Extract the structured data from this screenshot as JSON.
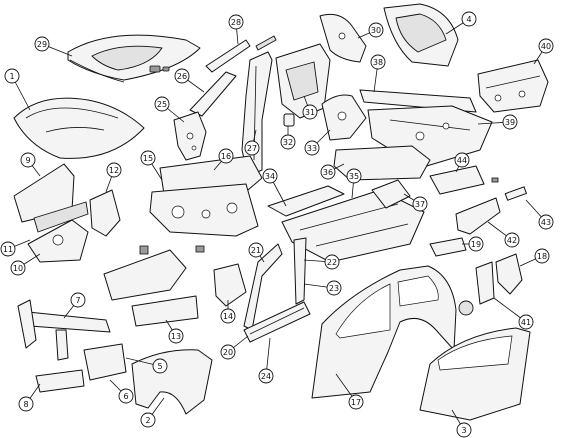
{
  "callouts": [
    {
      "id": "c1",
      "label": "1"
    },
    {
      "id": "c2",
      "label": "2"
    },
    {
      "id": "c3",
      "label": "3"
    },
    {
      "id": "c4",
      "label": "4"
    },
    {
      "id": "c5",
      "label": "5"
    },
    {
      "id": "c6",
      "label": "6"
    },
    {
      "id": "c7",
      "label": "7"
    },
    {
      "id": "c8",
      "label": "8"
    },
    {
      "id": "c9",
      "label": "9"
    },
    {
      "id": "c10",
      "label": "10"
    },
    {
      "id": "c11",
      "label": "11"
    },
    {
      "id": "c12",
      "label": "12"
    },
    {
      "id": "c13",
      "label": "13"
    },
    {
      "id": "c14",
      "label": "14"
    },
    {
      "id": "c15",
      "label": "15"
    },
    {
      "id": "c16",
      "label": "16"
    },
    {
      "id": "c17",
      "label": "17"
    },
    {
      "id": "c18",
      "label": "18"
    },
    {
      "id": "c19",
      "label": "19"
    },
    {
      "id": "c20",
      "label": "20"
    },
    {
      "id": "c21",
      "label": "21"
    },
    {
      "id": "c22",
      "label": "22"
    },
    {
      "id": "c23",
      "label": "23"
    },
    {
      "id": "c24",
      "label": "24"
    },
    {
      "id": "c25",
      "label": "25"
    },
    {
      "id": "c26",
      "label": "26"
    },
    {
      "id": "c27",
      "label": "27"
    },
    {
      "id": "c28",
      "label": "28"
    },
    {
      "id": "c29",
      "label": "29"
    },
    {
      "id": "c30",
      "label": "30"
    },
    {
      "id": "c31",
      "label": "31"
    },
    {
      "id": "c32",
      "label": "32"
    },
    {
      "id": "c33",
      "label": "33"
    },
    {
      "id": "c34",
      "label": "34"
    },
    {
      "id": "c35",
      "label": "35"
    },
    {
      "id": "c36",
      "label": "36"
    },
    {
      "id": "c37",
      "label": "37"
    },
    {
      "id": "c38",
      "label": "38"
    },
    {
      "id": "c39",
      "label": "39"
    },
    {
      "id": "c40",
      "label": "40"
    },
    {
      "id": "c41",
      "label": "41"
    },
    {
      "id": "c42",
      "label": "42"
    },
    {
      "id": "c43",
      "label": "43"
    },
    {
      "id": "c44",
      "label": "44"
    }
  ]
}
